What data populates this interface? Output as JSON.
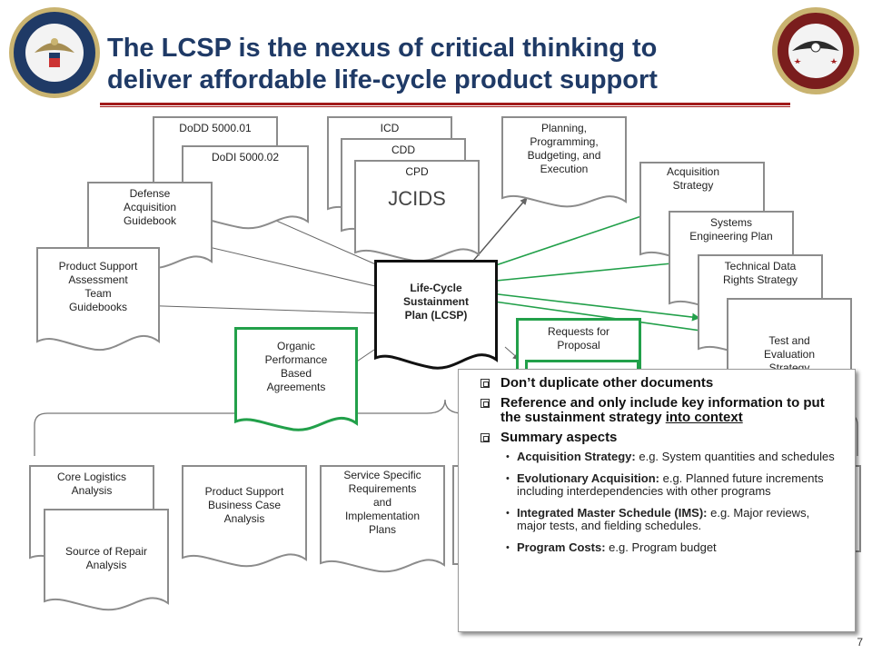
{
  "slide": {
    "title_line1": "The LCSP is the nexus of critical thinking to",
    "title_line2": "deliver affordable life-cycle product support",
    "page_number": "7"
  },
  "seals": {
    "left": "DEPARTMENT OF DEFENSE seal",
    "right": "ASSISTANT SECRETARY OF DEFENSE seal"
  },
  "inputs": {
    "dodd": "DoDD 5000.01",
    "dodi": "DoDI 5000.02",
    "dag": [
      "Defense",
      "Acquisition",
      "Guidebook"
    ],
    "psat": [
      "Product Support",
      "Assessment",
      "Team",
      "Guidebooks"
    ],
    "icd": "ICD",
    "cdd": "CDD",
    "cpd": "CPD",
    "jcids": "JCIDS",
    "ppbe": [
      "Planning,",
      "Programming,",
      "Budgeting, and",
      "Execution"
    ]
  },
  "center": [
    "Life-Cycle",
    "Sustainment",
    "Plan (LCSP)"
  ],
  "related": {
    "acq_strategy": [
      "Acquisition",
      "Strategy"
    ],
    "sep": [
      "Systems",
      "Engineering Plan"
    ],
    "tdrs": [
      "Technical Data",
      "Rights Strategy"
    ],
    "test_eval": [
      "Test and",
      "Evaluation",
      "Strategy"
    ]
  },
  "outputs": {
    "organic": [
      "Organic",
      "Performance",
      "Based",
      "Agreements"
    ],
    "rfp": [
      "Requests for",
      "Proposal"
    ]
  },
  "bottom": {
    "core_log": [
      "Core Logistics",
      "Analysis"
    ],
    "source_repair": [
      "Source of Repair",
      "Analysis"
    ],
    "psbca": [
      "Product Support",
      "Business Case",
      "Analysis"
    ],
    "service_req": [
      "Service Specific",
      "Requirements",
      "and",
      "Implementation",
      "Plans"
    ]
  },
  "callout": {
    "item1": "Don’t duplicate other documents",
    "item2_a": "Reference and only include key information to put the sustainment strategy ",
    "item2_b": "into context",
    "item3": "Summary aspects",
    "sub1_label": "Acquisition Strategy:",
    "sub1_text": " e.g. System quantities and schedules",
    "sub2_label": "Evolutionary Acquisition:",
    "sub2_text": " e.g. Planned future increments including interdependencies with other programs",
    "sub3_label": "Integrated Master Schedule (IMS):",
    "sub3_text": " e.g. Major reviews, major tests, and fielding schedules.",
    "sub4_label": "Program Costs:",
    "sub4_text": " e.g. Program budget"
  },
  "colors": {
    "title": "#1f3a66",
    "rule": "#a11a1a",
    "doc_border": "#8c8c8c",
    "green": "#22a04a",
    "gray_arrow": "#666666"
  }
}
